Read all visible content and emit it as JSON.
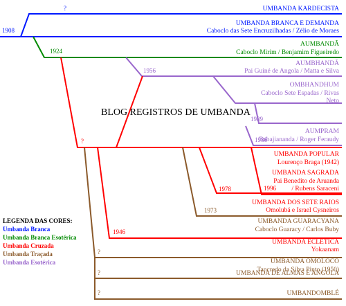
{
  "colors": {
    "branca": "#0019ff",
    "esoterica_branca": "#008a00",
    "cruzada": "#ff0000",
    "tracada": "#8b5a2b",
    "esoterica": "#9966cc",
    "text": "#000000"
  },
  "watermark": "BLOG REGISTROS DE UMBANDA",
  "years": {
    "y1908": "1908",
    "y1924": "1924",
    "y1956": "1956",
    "y1989": "1989",
    "y1986": "1986",
    "y1996": "1996",
    "y1978": "1978",
    "y1973": "1973",
    "y1946": "1946",
    "q_top": "?",
    "q_red": "?",
    "q_omoloco": "?",
    "q_almas": "?",
    "q_umbandomble": "?"
  },
  "branches": {
    "kardecista": {
      "name": "UMBANDA KARDECISTA"
    },
    "branca_demanda": {
      "name": "UMBANDA BRANCA E DEMANDA",
      "founder": "Caboclo das Sete Encruzilhadas / Zélio de Moraes"
    },
    "aumbanda": {
      "name": "AUMBANDÃ",
      "founder": "Caboclo Mirim / Benjamim Figueiredo"
    },
    "aumbhanda": {
      "name": "AUMBHANDÃ",
      "founder": "Pai Guiné de Angola / Matta e Silva"
    },
    "ombhandhum": {
      "name": "OMBHANDHUM",
      "founder": "Caboclo Sete Espadas / Rivas",
      "founder2": "Neto"
    },
    "aumpram": {
      "name": "AUMPRAM",
      "founder": "Babajiananda / Roger Feraudy"
    },
    "popular": {
      "name": "UMBANDA POPULAR",
      "founder": "Lourenço Braga (1942)"
    },
    "sagrada": {
      "name": "UMBANDA SAGRADA",
      "founder": "Pai Benedito de Aruanda",
      "founder2": "/ Rubens Saraceni"
    },
    "sete_raios": {
      "name": "UMBANDA DOS SETE RAIOS",
      "founder": "Omolubá e Israel Cysneiros"
    },
    "guaracyana": {
      "name": "UMBANDA GUARACYANA",
      "founder": "Caboclo Guaracy / Carlos Buby"
    },
    "ecletica": {
      "name": "UMBANDA ECLÉTICA",
      "founder": "Yokaanam"
    },
    "omoloco": {
      "name": "UMBANDA OMOLOCÔ",
      "founder": "Tancredo da Silva Pinto (1950)"
    },
    "almas_angola": {
      "name": "UMBANDA DE ALMAS E ANGOLA"
    },
    "umbandomble": {
      "name": "UMBANDOMBLÉ"
    }
  },
  "legend": {
    "title": "LEGENDA DAS CORES:",
    "items": [
      {
        "label": "Umbanda Branca",
        "color": "#0019ff"
      },
      {
        "label": "Umbanda Branca Esotérica",
        "color": "#008a00"
      },
      {
        "label": "Umbanda Cruzada",
        "color": "#ff0000"
      },
      {
        "label": "Umbanda Traçada",
        "color": "#8b5a2b"
      },
      {
        "label": "Umbanda Esotérica",
        "color": "#9966cc"
      }
    ]
  }
}
